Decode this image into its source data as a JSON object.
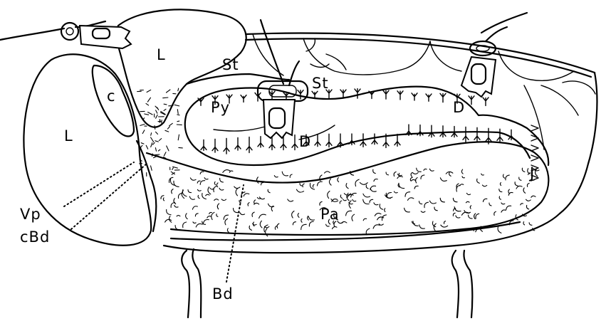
{
  "figure": {
    "labels": {
      "L_upper": "L",
      "L_left": "L",
      "C": "c",
      "St_left": "St",
      "St_right": "St",
      "Py": "Py",
      "D_center": "D",
      "D_right": "D",
      "J": "J",
      "Pa": "Pa",
      "Vp": "Vp",
      "cBd": "cBd",
      "Bd": "Bd"
    }
  }
}
